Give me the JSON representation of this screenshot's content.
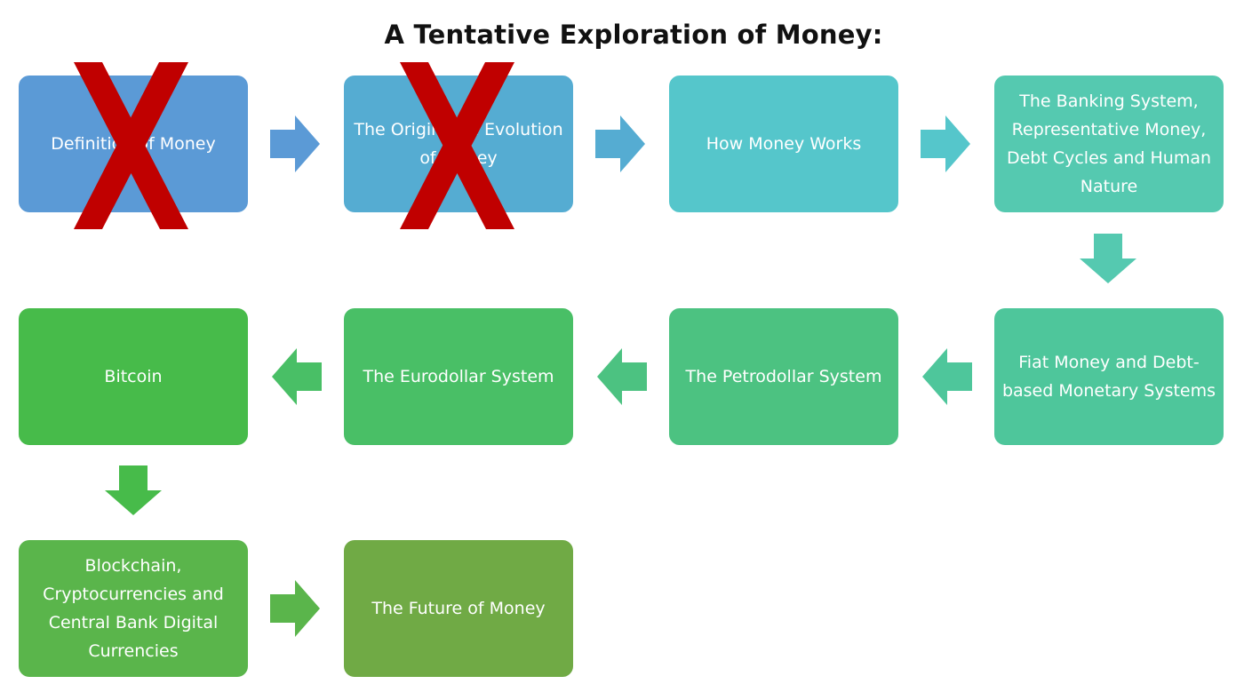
{
  "title": "A Tentative Exploration of Money:",
  "boxes": [
    {
      "label": "Definition of Money",
      "color": "#5b9ad6",
      "crossed": true
    },
    {
      "label": "The Origin and Evolution of Money",
      "color": "#55acd2",
      "crossed": true
    },
    {
      "label": "How Money Works",
      "color": "#55c6cb",
      "crossed": false
    },
    {
      "label": "The Banking System, Representative Money, Debt Cycles and Human Nature",
      "color": "#55c9b0",
      "crossed": false
    },
    {
      "label": "Fiat Money and Debt-based Monetary Systems",
      "color": "#4ec69b",
      "crossed": false
    },
    {
      "label": "The Petrodollar System",
      "color": "#4cc281",
      "crossed": false
    },
    {
      "label": "The Eurodollar System",
      "color": "#49bf66",
      "crossed": false
    },
    {
      "label": "Bitcoin",
      "color": "#47bb4a",
      "crossed": false
    },
    {
      "label": "Blockchain, Cryptocurrencies and Central Bank Digital Currencies",
      "color": "#5ab54b",
      "crossed": false
    },
    {
      "label": "The Future of Money",
      "color": "#70aa45",
      "crossed": false
    }
  ],
  "arrow_colors": {
    "a1": "#5b9ad6",
    "a2": "#55acd2",
    "a3": "#55c6cb",
    "a4": "#55c9b0",
    "a5": "#4ec69b",
    "a6": "#4cc281",
    "a7": "#49bf66",
    "a8": "#47bb4a",
    "a9": "#5ab54b"
  },
  "cross_color": "#c00000"
}
